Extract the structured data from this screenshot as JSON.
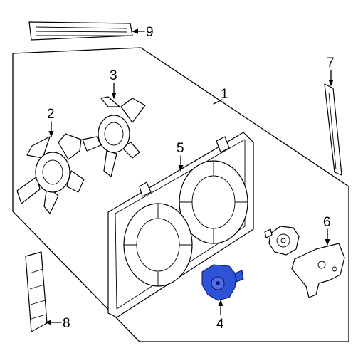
{
  "callouts": {
    "c1": "1",
    "c2": "2",
    "c3": "3",
    "c4": "4",
    "c5": "5",
    "c6": "6",
    "c7": "7",
    "c8": "8",
    "c9": "9"
  },
  "colors": {
    "highlight": "#2f53d6",
    "line": "#000000",
    "background": "#ffffff"
  }
}
